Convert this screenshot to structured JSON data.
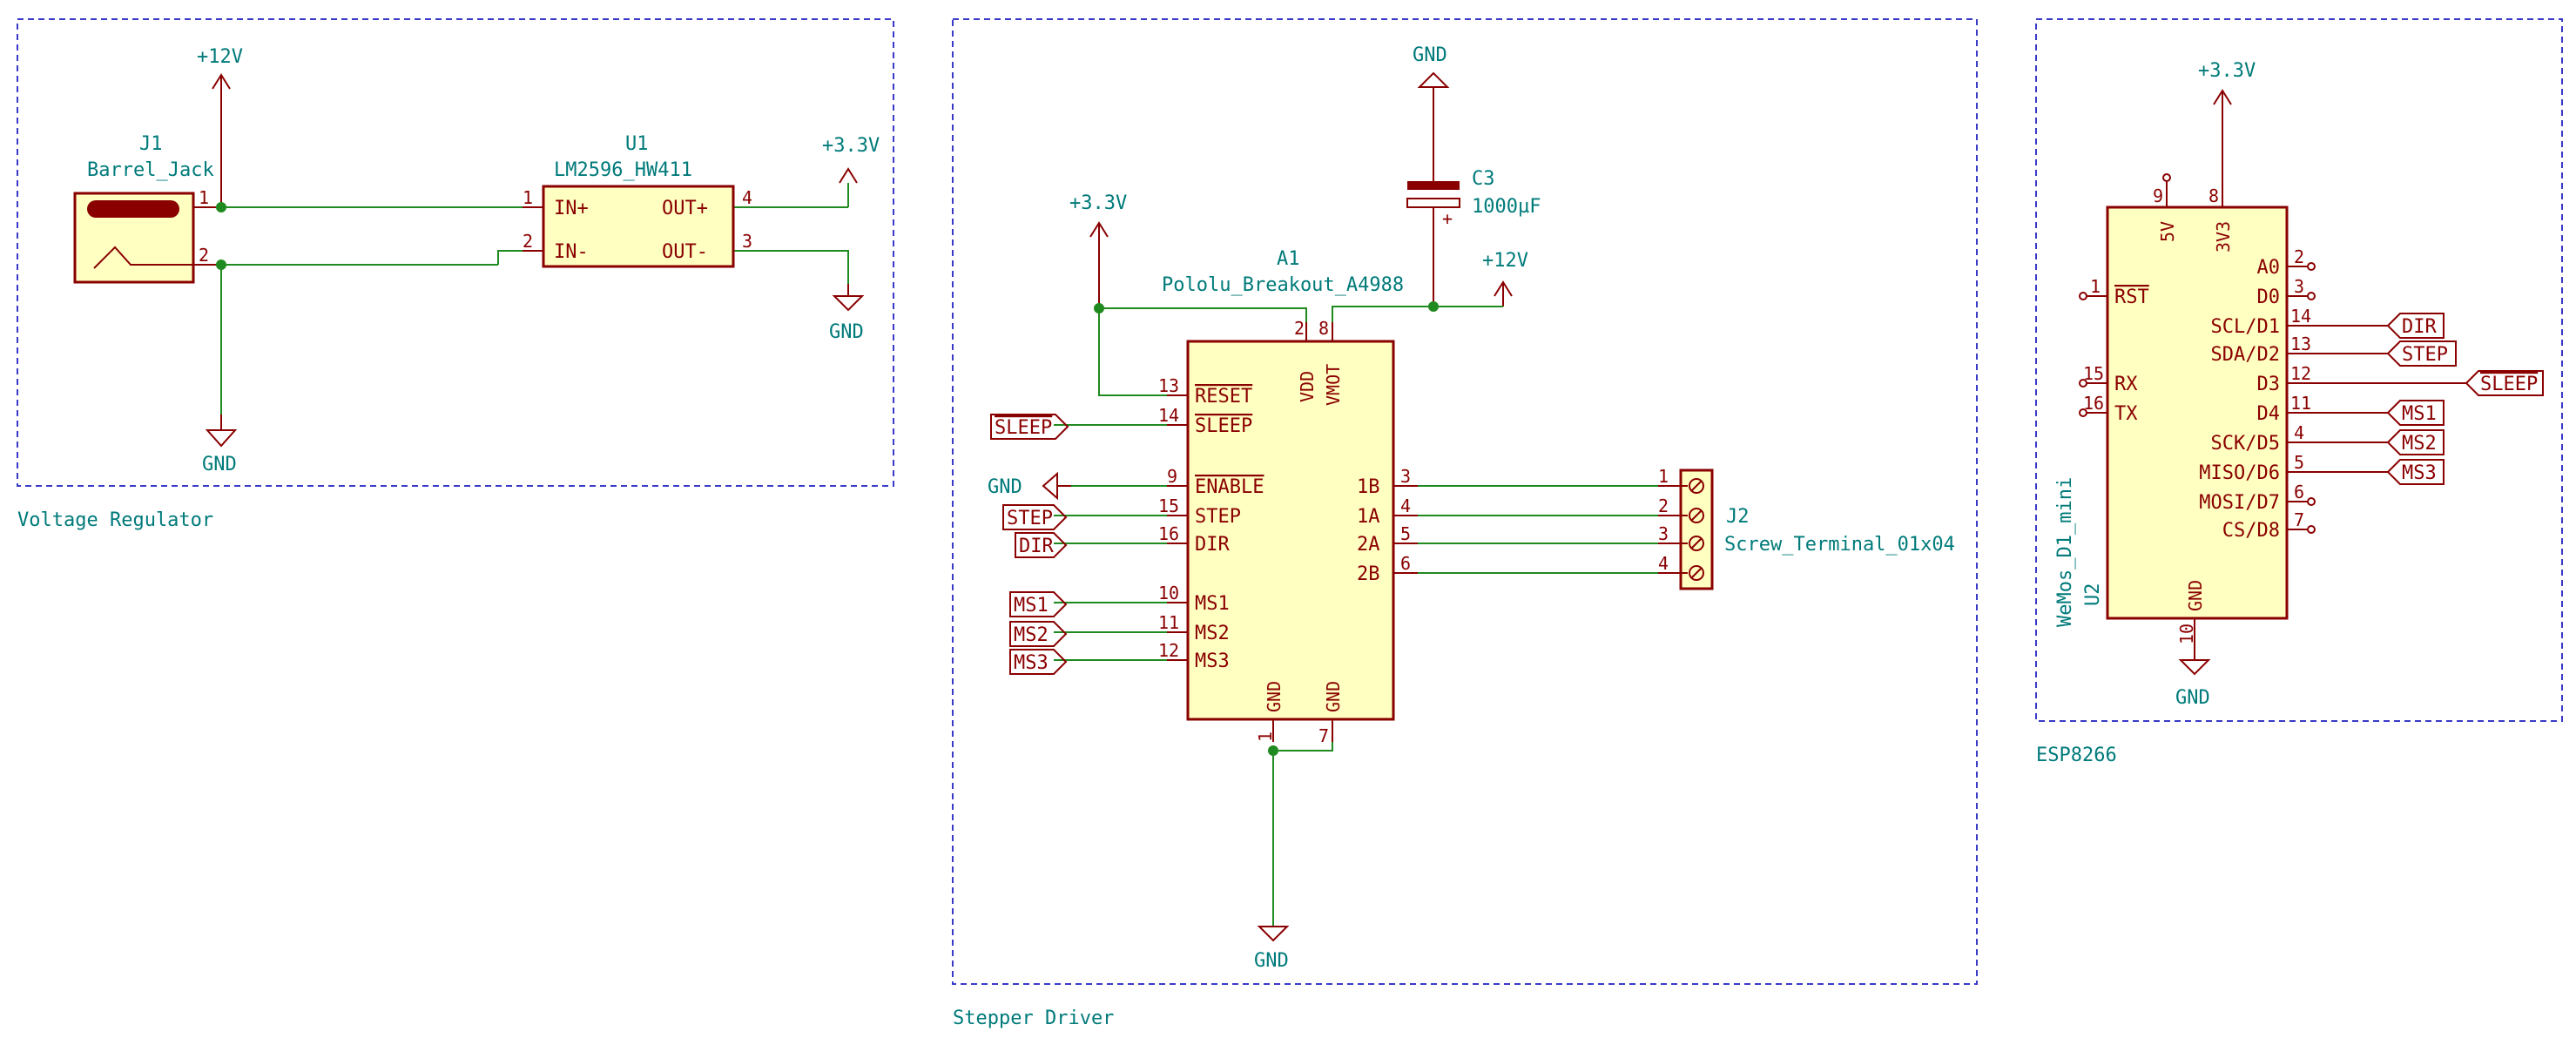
{
  "colors": {
    "wire": "#1f8a1f",
    "component_outline": "#8a0000",
    "component_fill": "#ffffc2",
    "net_text": "#007a7a",
    "pin_text": "#8a0000",
    "sheet_border": "#3a3ac8"
  },
  "sheets": {
    "regulator": "Voltage Regulator",
    "stepper": "Stepper Driver",
    "esp": "ESP8266"
  },
  "power": {
    "p12v": "+12V",
    "p3v3": "+3.3V",
    "gnd": "GND"
  },
  "j1": {
    "ref": "J1",
    "value": "Barrel_Jack",
    "pins": [
      "1",
      "2"
    ]
  },
  "u1": {
    "ref": "U1",
    "value": "LM2596_HW411",
    "pins": [
      {
        "num": "1",
        "name": "IN+"
      },
      {
        "num": "2",
        "name": "IN-"
      },
      {
        "num": "4",
        "name": "OUT+"
      },
      {
        "num": "3",
        "name": "OUT-"
      }
    ]
  },
  "c3": {
    "ref": "C3",
    "value": "1000µF",
    "polarity": "+"
  },
  "a1": {
    "ref": "A1",
    "value": "Pololu_Breakout_A4988",
    "top_pins": [
      {
        "num": "2",
        "name": "VDD"
      },
      {
        "num": "8",
        "name": "VMOT"
      }
    ],
    "left_pins": [
      {
        "num": "13",
        "name": "RESET"
      },
      {
        "num": "14",
        "name": "SLEEP"
      },
      {
        "num": "9",
        "name": "ENABLE"
      },
      {
        "num": "15",
        "name": "STEP"
      },
      {
        "num": "16",
        "name": "DIR"
      },
      {
        "num": "10",
        "name": "MS1"
      },
      {
        "num": "11",
        "name": "MS2"
      },
      {
        "num": "12",
        "name": "MS3"
      }
    ],
    "right_pins": [
      {
        "num": "3",
        "name": "1B"
      },
      {
        "num": "4",
        "name": "1A"
      },
      {
        "num": "5",
        "name": "2A"
      },
      {
        "num": "6",
        "name": "2B"
      }
    ],
    "bottom_pins": [
      {
        "num": "1",
        "name": "GND"
      },
      {
        "num": "7",
        "name": "GND"
      }
    ]
  },
  "j2": {
    "ref": "J2",
    "value": "Screw_Terminal_01x04",
    "pins": [
      "1",
      "2",
      "3",
      "4"
    ]
  },
  "u2": {
    "ref": "U2",
    "value": "WeMos_D1_mini",
    "top_pins": [
      {
        "num": "9",
        "name": "5V"
      },
      {
        "num": "8",
        "name": "3V3"
      }
    ],
    "left_pins": [
      {
        "num": "1",
        "name": "RST"
      },
      {
        "num": "15",
        "name": "RX"
      },
      {
        "num": "16",
        "name": "TX"
      }
    ],
    "right_pins": [
      {
        "num": "2",
        "name": "A0"
      },
      {
        "num": "3",
        "name": "D0"
      },
      {
        "num": "14",
        "name": "SCL/D1"
      },
      {
        "num": "13",
        "name": "SDA/D2"
      },
      {
        "num": "12",
        "name": "D3"
      },
      {
        "num": "11",
        "name": "D4"
      },
      {
        "num": "4",
        "name": "SCK/D5"
      },
      {
        "num": "5",
        "name": "MISO/D6"
      },
      {
        "num": "6",
        "name": "MOSI/D7"
      },
      {
        "num": "7",
        "name": "CS/D8"
      }
    ],
    "bottom_pins": [
      {
        "num": "10",
        "name": "GND"
      }
    ]
  },
  "labels": {
    "sleep": "SLEEP",
    "step": "STEP",
    "dir": "DIR",
    "ms1": "MS1",
    "ms2": "MS2",
    "ms3": "MS3"
  }
}
